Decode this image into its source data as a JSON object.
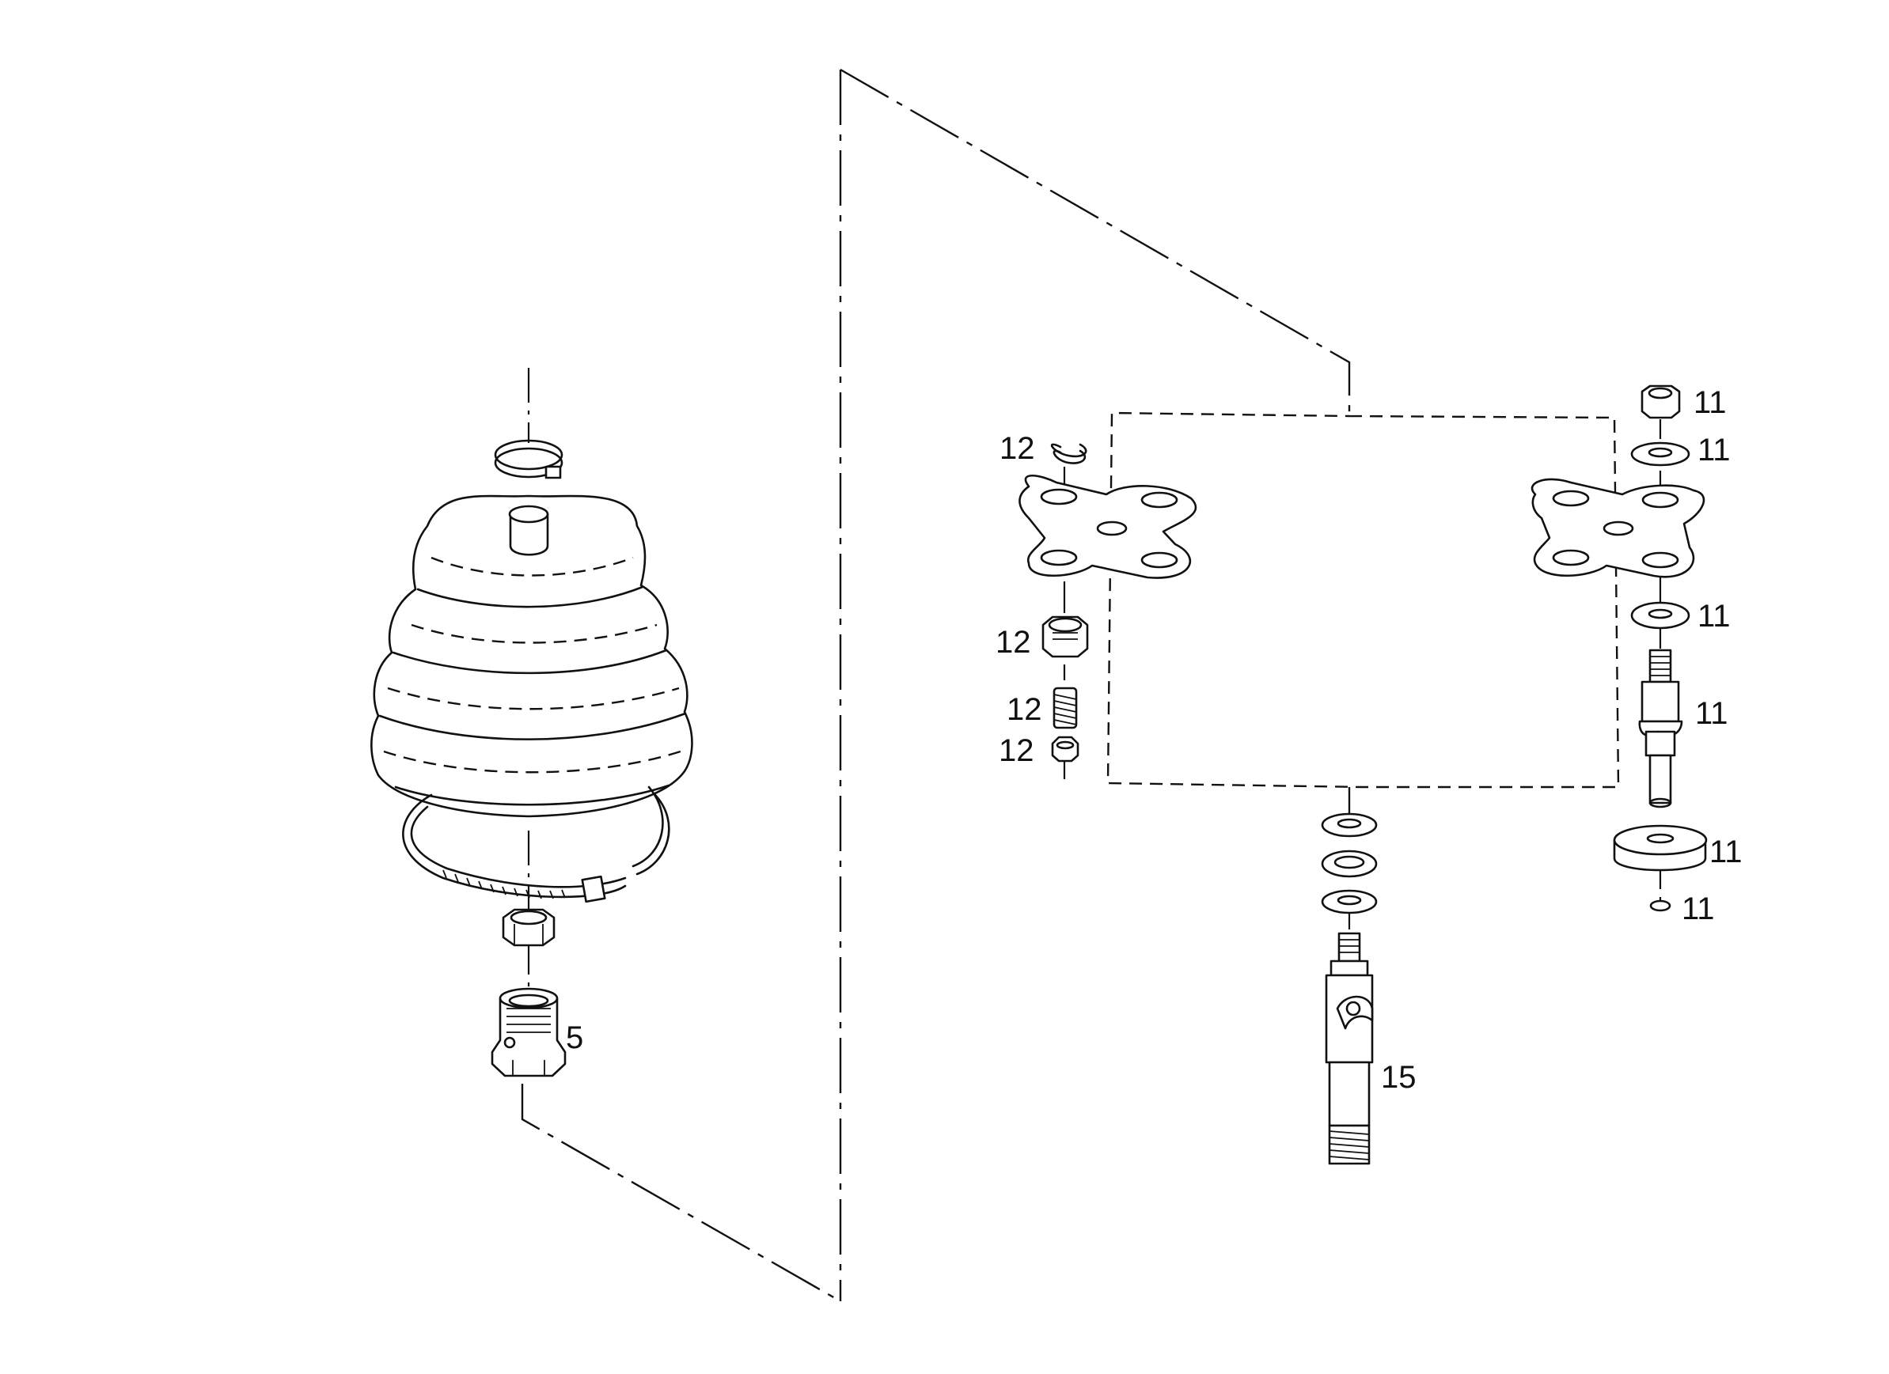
{
  "diagram": {
    "callouts": [
      {
        "id": "c5",
        "text": "5"
      },
      {
        "id": "c12a",
        "text": "12"
      },
      {
        "id": "c12b",
        "text": "12"
      },
      {
        "id": "c12c",
        "text": "12"
      },
      {
        "id": "c12d",
        "text": "12"
      },
      {
        "id": "c11a",
        "text": "11"
      },
      {
        "id": "c11b",
        "text": "11"
      },
      {
        "id": "c11c",
        "text": "11"
      },
      {
        "id": "c11d",
        "text": "11"
      },
      {
        "id": "c11e",
        "text": "11"
      },
      {
        "id": "c11f",
        "text": "11"
      },
      {
        "id": "c15",
        "text": "15"
      }
    ]
  }
}
